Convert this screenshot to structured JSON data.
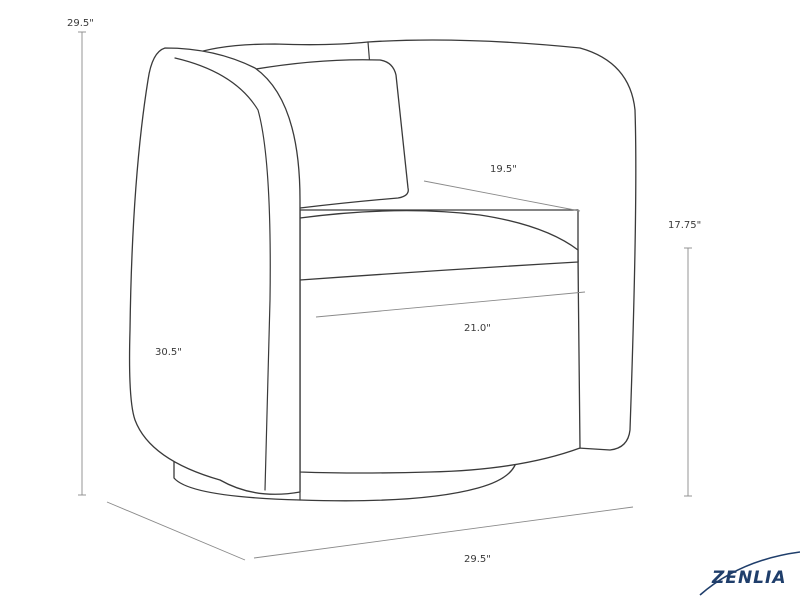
{
  "dimensions": {
    "overall_height": "29.5\"",
    "seat_depth": "19.5\"",
    "seat_width": "21.0\"",
    "seat_height": "17.75\"",
    "depth": "30.5\"",
    "width": "29.5\""
  },
  "brand": {
    "name": "ZENLIA",
    "color": "#1f3e6b"
  },
  "colors": {
    "outline": "#3a3a3a",
    "dimension_line": "#8a8a8a"
  }
}
